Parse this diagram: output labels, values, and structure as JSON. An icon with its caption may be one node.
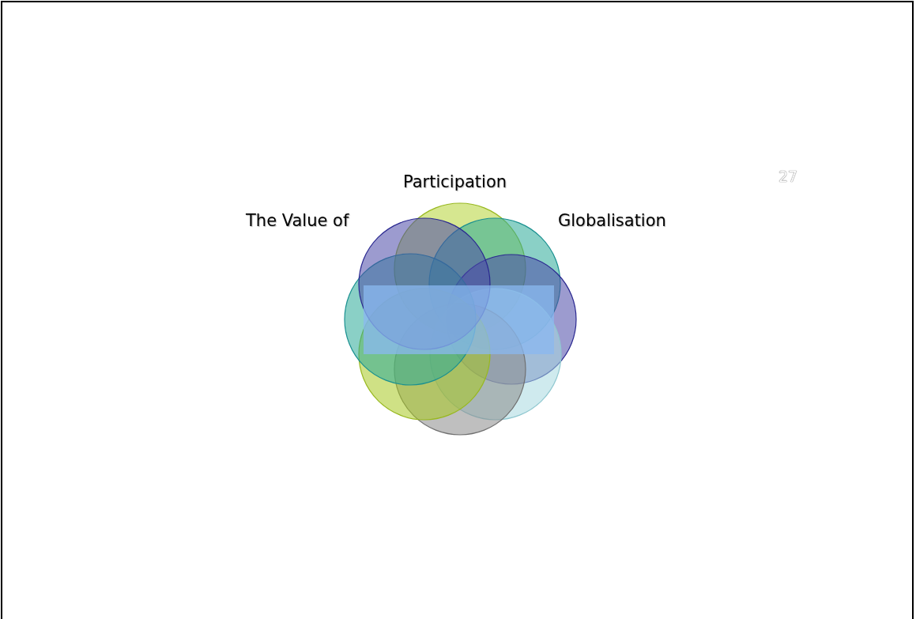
{
  "diagram": {
    "labels": [
      "27",
      "Participation",
      "The Value of",
      "Globalisation"
    ]
  }
}
